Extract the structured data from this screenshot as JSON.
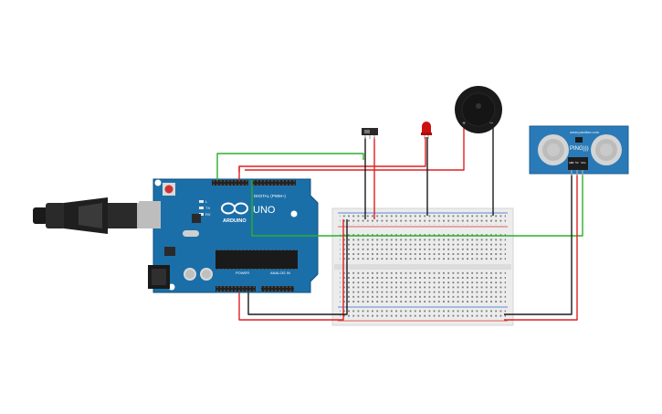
{
  "arduino": {
    "brand": "ARDUINO",
    "model": "UNO",
    "digital_label": "DIGITAL (PWM~)",
    "power_label": "POWER",
    "analog_label": "ANALOG IN",
    "tx_label": "TX",
    "rx_label": "RX",
    "l_label": "L",
    "colors": {
      "board": "#1b6fa8",
      "header": "#222222",
      "reset": "#cc3333"
    }
  },
  "sensor": {
    "name": "PING)))",
    "site": "www.parallax.com",
    "pins": [
      "GND",
      "5V",
      "SIG"
    ],
    "colors": {
      "board": "#2a7ab8",
      "transducer": "#c8c8c8"
    }
  },
  "buzzer": {
    "plus": "+",
    "minus": "−",
    "colors": {
      "body": "#1a1a1a"
    }
  },
  "led": {
    "colors": {
      "body": "#cc1111"
    }
  },
  "wires": {
    "colors": {
      "red": "#e02020",
      "black": "#1a1a1a",
      "green": "#2bb02b"
    }
  },
  "breadboard": {
    "colors": {
      "base": "#ececec",
      "hole": "#555555",
      "rail_red": "#d33",
      "rail_blue": "#36c"
    }
  }
}
